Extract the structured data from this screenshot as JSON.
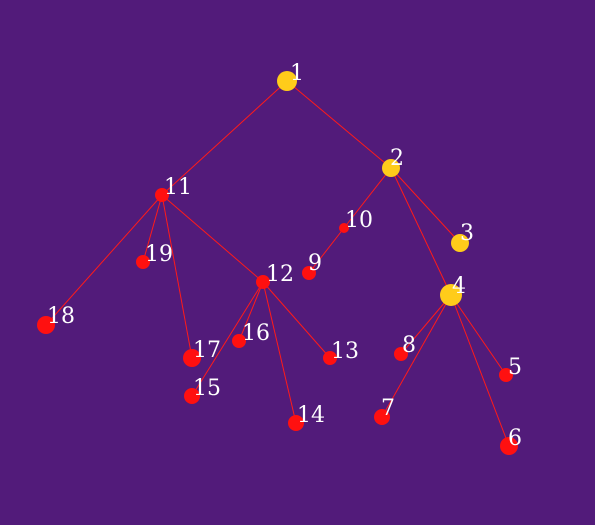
{
  "colors": {
    "background": "#521b7a",
    "edge": "#ff1a1a",
    "node_red": "#ff1010",
    "node_yellow": "#ffcc1a",
    "label": "#ffffff"
  },
  "nodes": [
    {
      "id": "1",
      "label": "1",
      "color": "yellow"
    },
    {
      "id": "2",
      "label": "2",
      "color": "yellow"
    },
    {
      "id": "3",
      "label": "3",
      "color": "yellow"
    },
    {
      "id": "4",
      "label": "4",
      "color": "yellow"
    },
    {
      "id": "5",
      "label": "5",
      "color": "red"
    },
    {
      "id": "6",
      "label": "6",
      "color": "red"
    },
    {
      "id": "7",
      "label": "7",
      "color": "red"
    },
    {
      "id": "8",
      "label": "8",
      "color": "red"
    },
    {
      "id": "9",
      "label": "9",
      "color": "red"
    },
    {
      "id": "10",
      "label": "10",
      "color": "red"
    },
    {
      "id": "11",
      "label": "11",
      "color": "red"
    },
    {
      "id": "12",
      "label": "12",
      "color": "red"
    },
    {
      "id": "13",
      "label": "13",
      "color": "red"
    },
    {
      "id": "14",
      "label": "14",
      "color": "red"
    },
    {
      "id": "15",
      "label": "15",
      "color": "red"
    },
    {
      "id": "16",
      "label": "16",
      "color": "red"
    },
    {
      "id": "17",
      "label": "17",
      "color": "red"
    },
    {
      "id": "18",
      "label": "18",
      "color": "red"
    },
    {
      "id": "19",
      "label": "19",
      "color": "red"
    }
  ],
  "edges": [
    [
      "1",
      "2"
    ],
    [
      "1",
      "11"
    ],
    [
      "2",
      "3"
    ],
    [
      "2",
      "4"
    ],
    [
      "2",
      "10"
    ],
    [
      "10",
      "9"
    ],
    [
      "4",
      "5"
    ],
    [
      "4",
      "6"
    ],
    [
      "4",
      "7"
    ],
    [
      "4",
      "8"
    ],
    [
      "11",
      "12"
    ],
    [
      "11",
      "17"
    ],
    [
      "11",
      "18"
    ],
    [
      "11",
      "19"
    ],
    [
      "12",
      "13"
    ],
    [
      "12",
      "14"
    ],
    [
      "12",
      "15"
    ],
    [
      "12",
      "16"
    ]
  ]
}
